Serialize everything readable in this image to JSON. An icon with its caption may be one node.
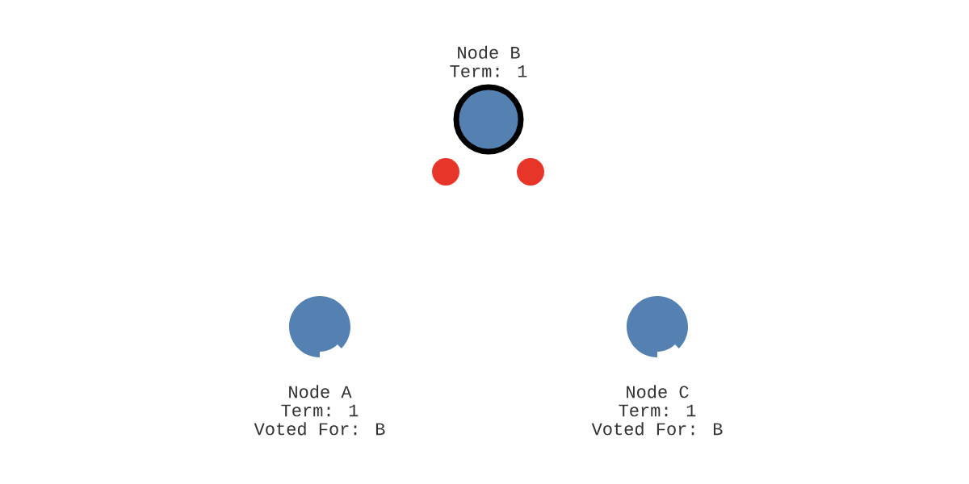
{
  "diagram": {
    "nodes": [
      {
        "text": [
          "Node B",
          "Term: 1"
        ]
      },
      {
        "text": [],
        "shape": "circle"
      },
      {
        "text": [],
        "shape": "circle"
      },
      {
        "text": [
          "Node A",
          "Term: 1",
          "Voted For: B"
        ]
      },
      {
        "text": [
          "Node C",
          "Term: 1",
          "Voted For: B"
        ]
      }
    ]
  }
}
